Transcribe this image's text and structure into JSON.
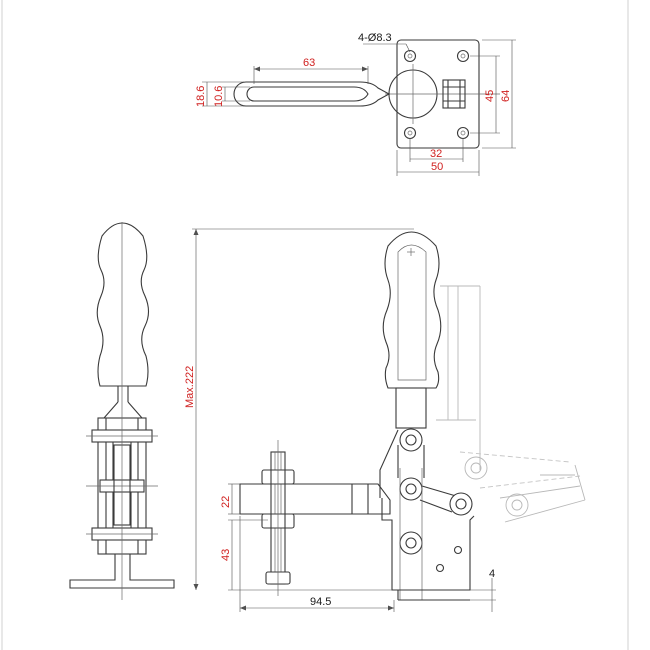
{
  "dimensions": {
    "hole_spec": "4-Ø8.3",
    "handle_length": "63",
    "outer_height": "18.6",
    "inner_height": "10.6",
    "base_hole_spacing_y": "45",
    "base_height": "64",
    "base_hole_spacing_x": "32",
    "base_width": "50",
    "max_height": "Max.222",
    "spindle_to_bar": "22",
    "bar_height": "43",
    "reach": "94.5",
    "base_thickness": "4"
  },
  "colors": {
    "dimension_text": "#d0201f",
    "line": "#3a3a3a",
    "ghost": "#b8b8b8"
  }
}
